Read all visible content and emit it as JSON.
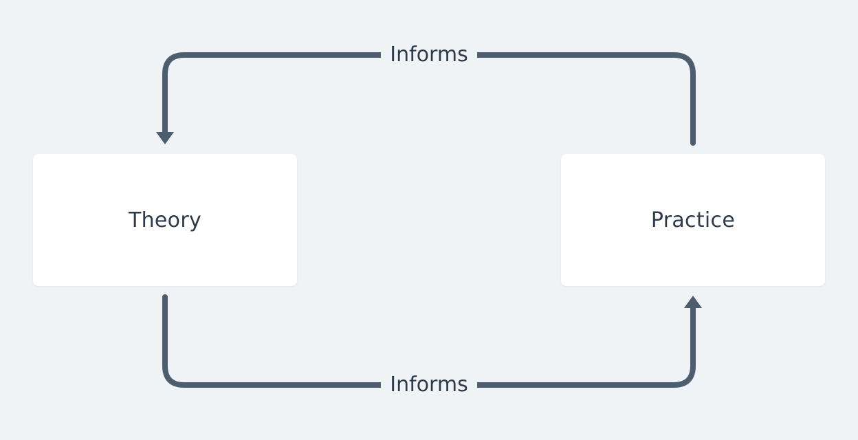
{
  "nodes": {
    "theory": "Theory",
    "practice": "Practice"
  },
  "edges": {
    "practice_to_theory": "Informs",
    "theory_to_practice": "Informs"
  },
  "colors": {
    "background": "#eff3f6",
    "node_fill": "#ffffff",
    "connector": "#4c5d6e",
    "text": "#2d3a4a"
  }
}
